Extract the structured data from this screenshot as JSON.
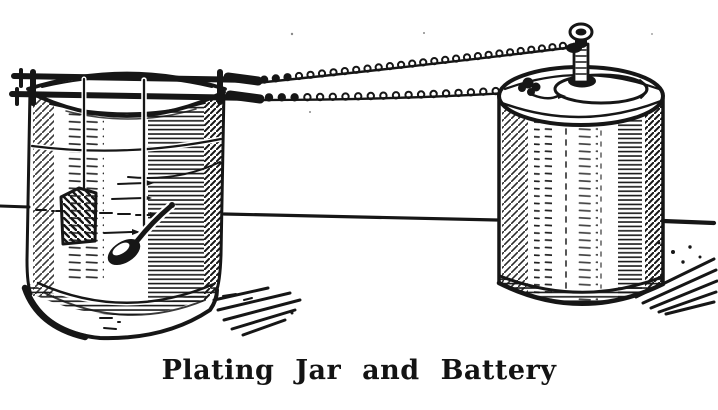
{
  "figure": {
    "caption": "Plating Jar and Battery",
    "ink_color": "#161616",
    "paper_color": "#ffffff",
    "scene": {
      "left_object": "plating jar with electrode rods, anode plate and suspended spoon",
      "right_object": "dry cell battery with center post terminal and edge binding post",
      "connections": [
        "upper coiled wire from jar top rod to battery center post",
        "lower coiled wire from jar lower rod to battery edge terminal"
      ],
      "ground": "horizontal table edge line"
    }
  }
}
